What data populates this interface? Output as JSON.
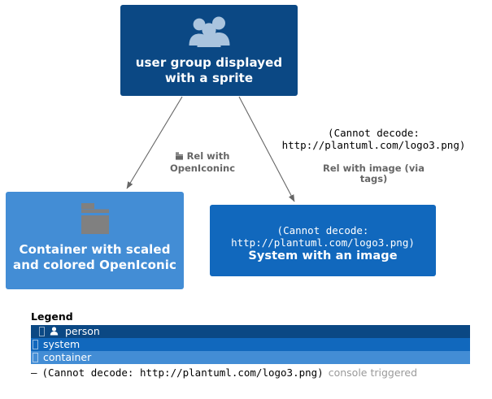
{
  "diagram": {
    "nodes": [
      {
        "id": "person",
        "name": "user group displayed\nwith a sprite",
        "sprite": "user-group-sprite",
        "color": "#0b4884"
      },
      {
        "id": "container",
        "name": "Container with scaled\nand colored\nOpenIconic",
        "sprite": "openiconic-folder-sprite",
        "color": "#438dd5"
      },
      {
        "id": "system",
        "decode_error": "(Cannot decode:\nhttp://plantuml.com/logo3.png)",
        "name": "System with an\nimage",
        "color": "#1168bd"
      }
    ],
    "edges": [
      {
        "id": "rel-openiconic",
        "icon": "openiconic-folder-icon",
        "label": "Rel with\nOpenIconinc"
      },
      {
        "id": "rel-image",
        "decode_error": "(Cannot decode:\nhttp://plantuml.com/logo3.png)",
        "label": "Rel with image (via\ntags)"
      }
    ]
  },
  "legend": {
    "title": "Legend",
    "rows": [
      {
        "icon": "person-icon",
        "label": "person",
        "color": "#0b4884"
      },
      {
        "icon": "tofu-box-icon",
        "label": "system",
        "color": "#1168bd"
      },
      {
        "icon": "tofu-box-icon",
        "label": "container",
        "color": "#438dd5"
      }
    ],
    "footer": {
      "dash": "–",
      "decode_error": "(Cannot decode: http://plantuml.com/logo3.png)",
      "note": "console triggered"
    }
  }
}
